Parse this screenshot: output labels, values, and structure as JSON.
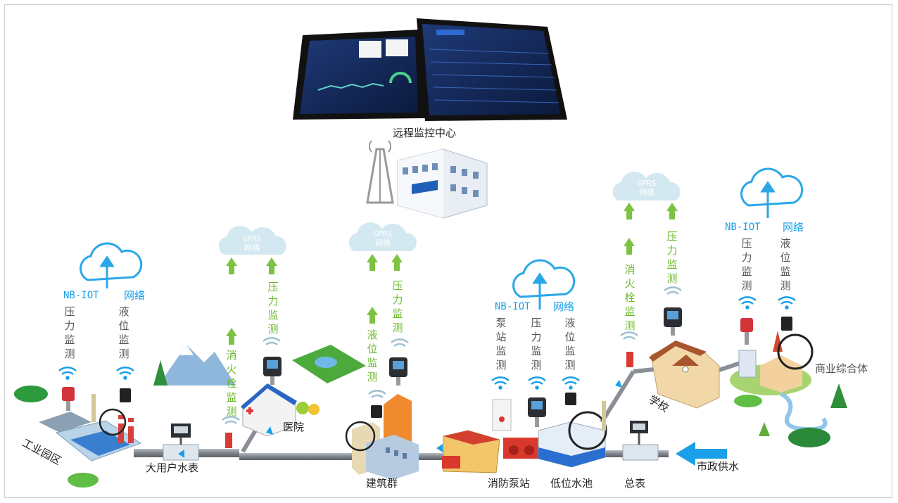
{
  "labels": {
    "remote_center": "远程监控中心",
    "industrial_park": "工业园区",
    "big_user_meter": "大用户水表",
    "hospital": "医院",
    "buildings": "建筑群",
    "fire_pump_station": "消防泵站",
    "low_pool": "低位水池",
    "main_meter": "总表",
    "municipal_supply": "市政供水",
    "school": "学校",
    "commercial": "商业综合体"
  },
  "network": {
    "nbiot": "NB-IOT",
    "net": "网络",
    "gprs": "GPRS"
  },
  "sensors": {
    "pressure": "压力监测",
    "level": "液位监测",
    "hydrant": "消火栓监测",
    "pump_station": "泵站监测"
  },
  "colors": {
    "pipe": "#8a8f96",
    "blue": "#1aa0e8",
    "green": "#6cba2d",
    "cloud_outline": "#2aa7e8",
    "gprs_cloud": "#cfe6f0"
  }
}
